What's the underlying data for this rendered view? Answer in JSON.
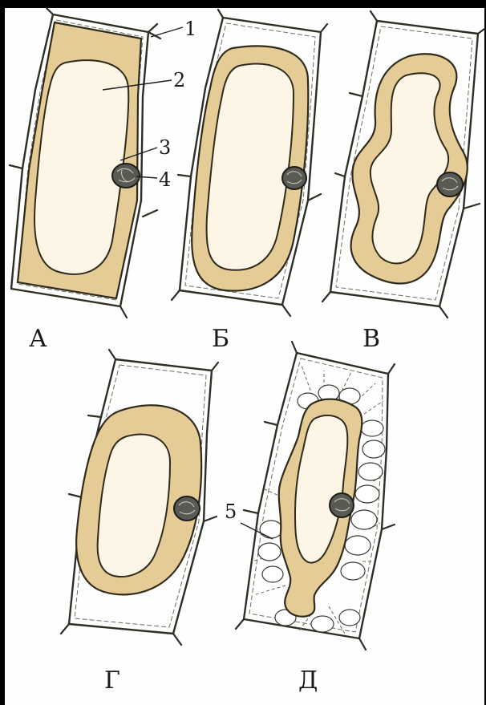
{
  "panels": [
    {
      "id": "A",
      "label": "А"
    },
    {
      "id": "B",
      "label": "Б"
    },
    {
      "id": "V",
      "label": "В"
    },
    {
      "id": "G",
      "label": "Г"
    },
    {
      "id": "D",
      "label": "Д"
    }
  ],
  "part_numbers": [
    "1",
    "2",
    "3",
    "4",
    "5"
  ],
  "colors": {
    "cytoplasm": "#e5cc96",
    "vacuole": "#fdf6e7",
    "nucleus": "#5b5a52",
    "wall": "#2b2f24",
    "background": "#000000"
  }
}
